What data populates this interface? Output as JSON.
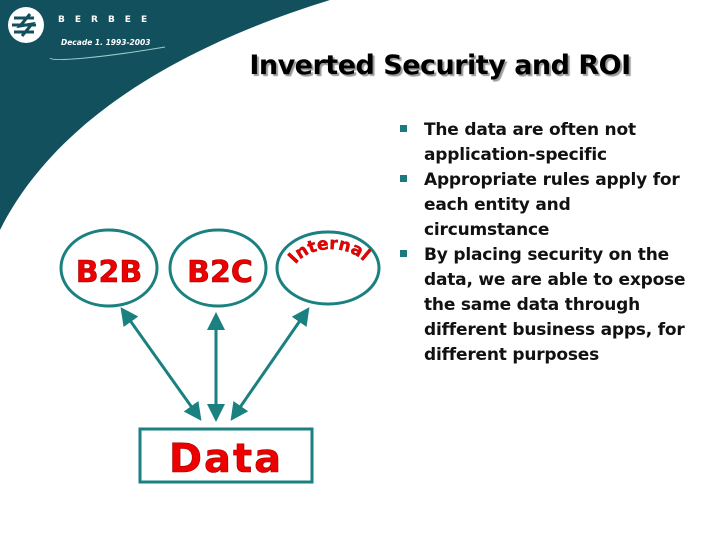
{
  "logo": {
    "brand": "BERBEE",
    "tagline": "Decade 1.  1993-2003"
  },
  "slide": {
    "title": "Inverted Security and ROI",
    "bullets": [
      "The data are often not application-specific",
      "Appropriate rules apply for each entity and circumstance",
      "By placing security on the data, we are able to expose the same data through different business apps, for different purposes"
    ]
  },
  "diagram": {
    "nodes": [
      "B2B",
      "B2C",
      "Internal"
    ],
    "data_label": "Data"
  },
  "colors": {
    "banner": "#12505e",
    "diagram": "#1a8080",
    "label": "#ee0000"
  }
}
